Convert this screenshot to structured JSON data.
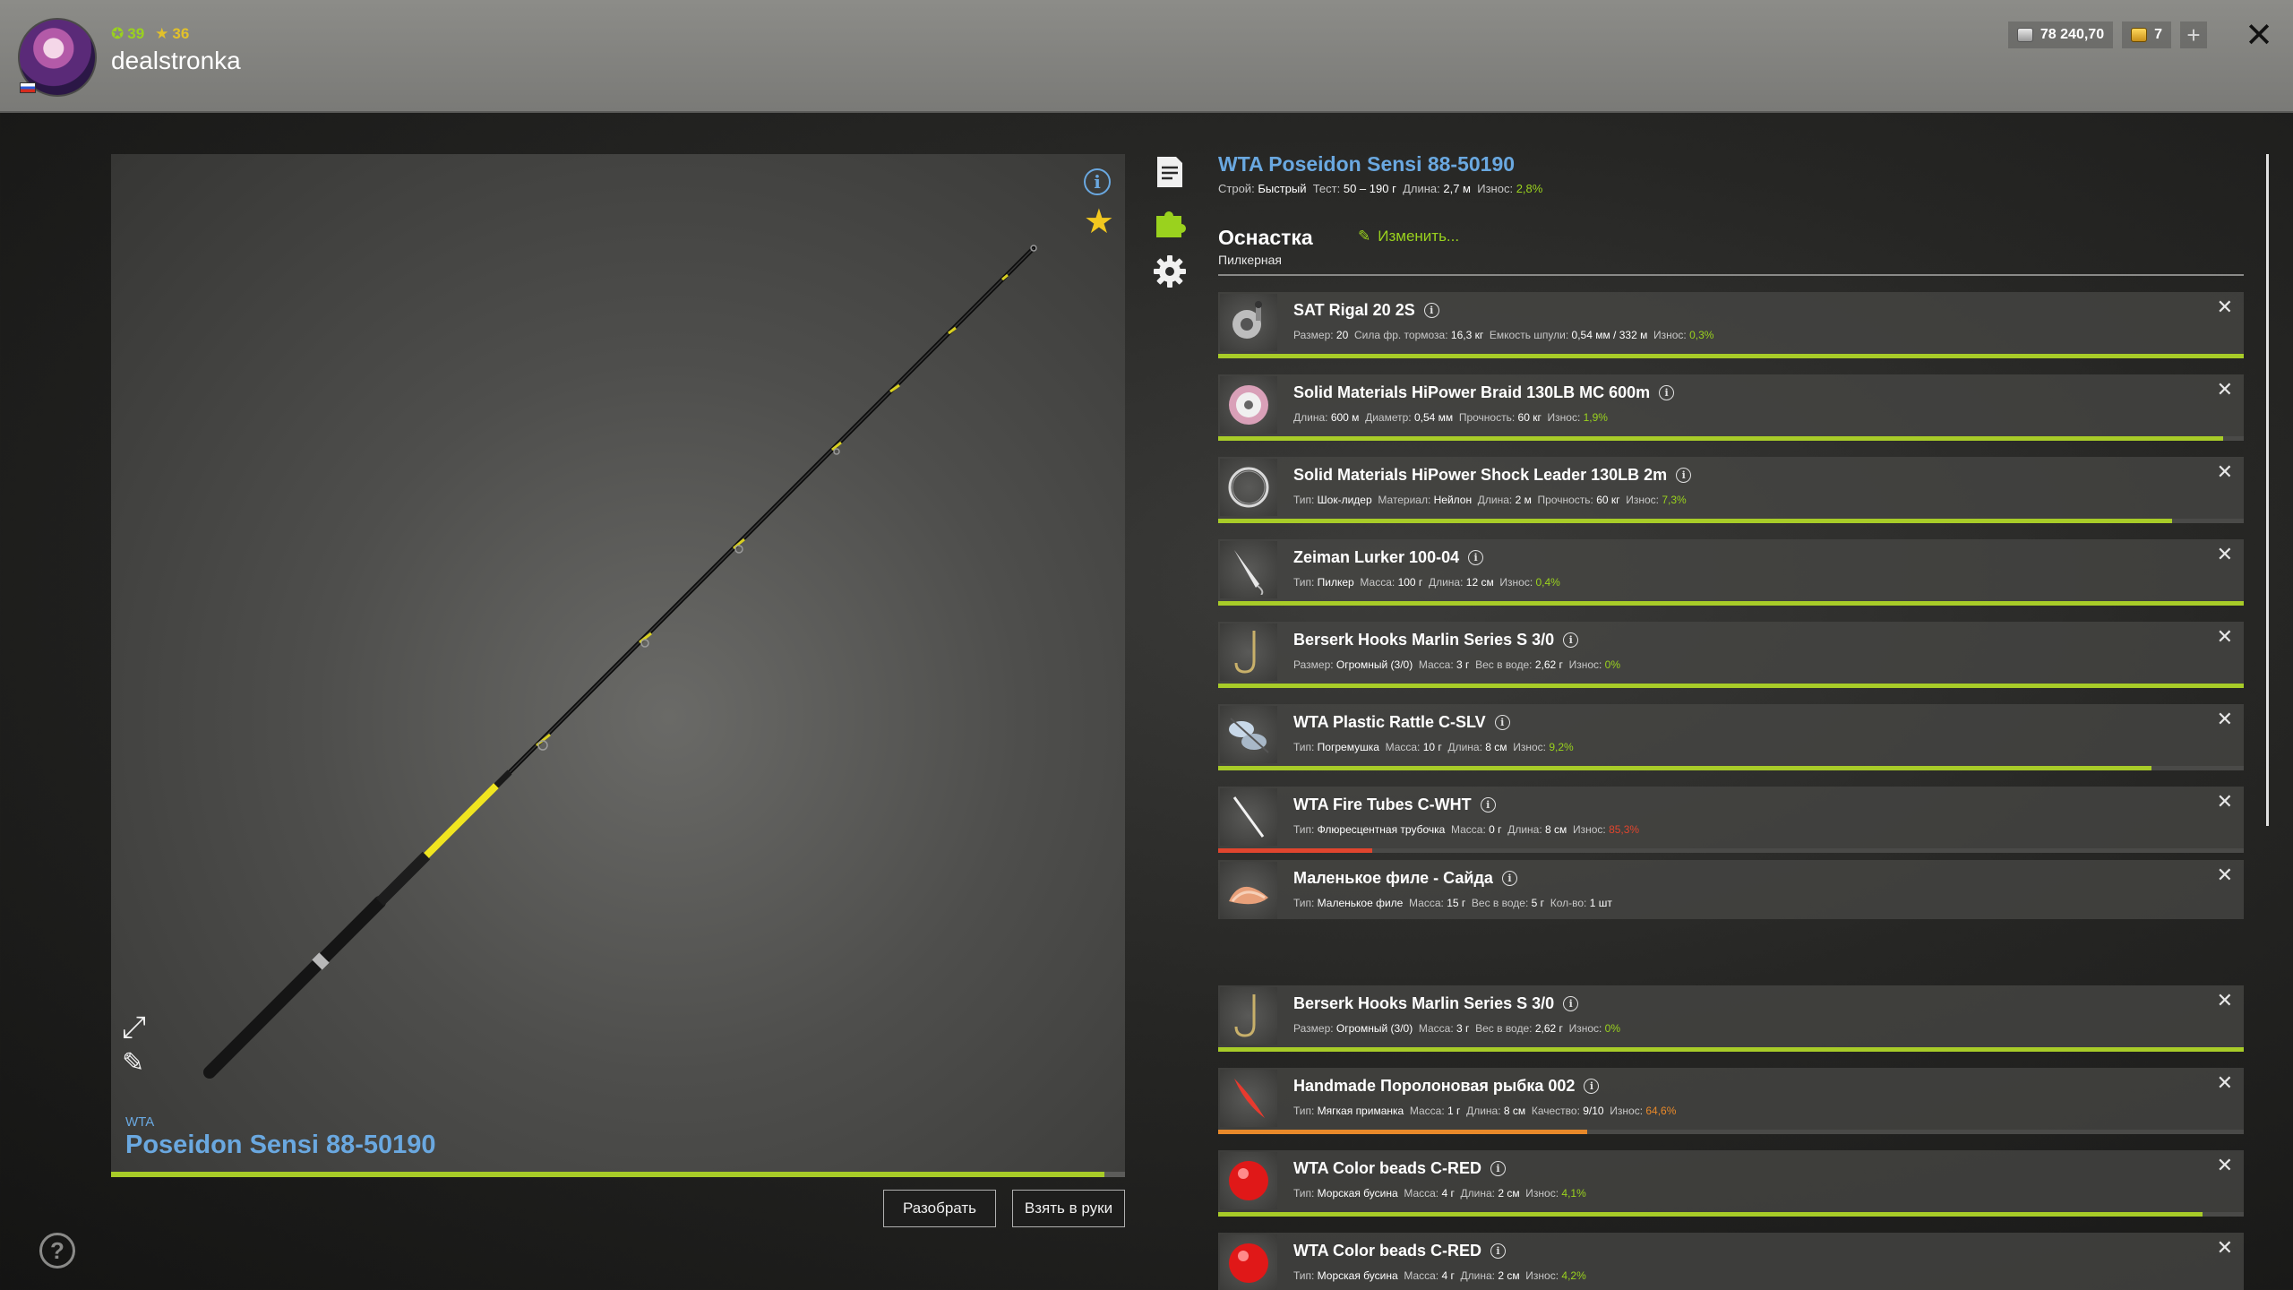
{
  "header": {
    "level": "39",
    "rank": "36",
    "username": "dealstronka",
    "silver": "78 240,70",
    "gold": "7",
    "plus": "+",
    "close": "✕"
  },
  "rod": {
    "brand": "WTA",
    "name": "Poseidon Sensi 88-50190",
    "wear_fraction": 0.98,
    "disassemble": "Разобрать",
    "take_in_hands": "Взять в руки"
  },
  "item": {
    "title": "WTA Poseidon Sensi 88-50190",
    "action_label": "Строй:",
    "action_value": "Быстрый",
    "test_label": "Тест:",
    "test_value": "50 – 190 г",
    "length_label": "Длина:",
    "length_value": "2,7 м",
    "wear_label": "Износ:",
    "wear_value": "2,8%"
  },
  "rig": {
    "title": "Оснастка",
    "subtitle": "Пилкерная",
    "change": "Изменить..."
  },
  "slots": [
    {
      "name": "SAT Rigal 20 2S",
      "meta": [
        [
          "Размер:",
          "20"
        ],
        [
          "Сила фр. тормоза:",
          "16,3 кг"
        ],
        [
          "Емкость шпули:",
          "0,54 мм / 332 м"
        ]
      ],
      "wear_label": "Износ:",
      "wear": "0,3%",
      "wear_color": "#9ad21e",
      "wear_fraction": 1.0
    },
    {
      "name": "Solid Materials HiPower Braid 130LB MC 600m",
      "meta": [
        [
          "Длина:",
          "600 м"
        ],
        [
          "Диаметр:",
          "0,54 мм"
        ],
        [
          "Прочность:",
          "60 кг"
        ]
      ],
      "wear_label": "Износ:",
      "wear": "1,9%",
      "wear_color": "#9ad21e",
      "wear_fraction": 0.98
    },
    {
      "name": "Solid Materials HiPower Shock Leader 130LB 2m",
      "meta": [
        [
          "Тип:",
          "Шок-лидер"
        ],
        [
          "Материал:",
          "Нейлон"
        ],
        [
          "Длина:",
          "2 м"
        ],
        [
          "Прочность:",
          "60 кг"
        ]
      ],
      "wear_label": "Износ:",
      "wear": "7,3%",
      "wear_color": "#9ad21e",
      "wear_fraction": 0.93
    },
    {
      "name": "Zeiman Lurker 100-04",
      "meta": [
        [
          "Тип:",
          "Пилкер"
        ],
        [
          "Масса:",
          "100 г"
        ],
        [
          "Длина:",
          "12 см"
        ]
      ],
      "wear_label": "Износ:",
      "wear": "0,4%",
      "wear_color": "#9ad21e",
      "wear_fraction": 1.0
    },
    {
      "name": "Berserk Hooks Marlin Series S 3/0",
      "meta": [
        [
          "Размер:",
          "Огромный (3/0)"
        ],
        [
          "Масса:",
          "3 г"
        ],
        [
          "Вес в воде:",
          "2,62 г"
        ]
      ],
      "wear_label": "Износ:",
      "wear": "0%",
      "wear_color": "#9ad21e",
      "wear_fraction": 1.0
    },
    {
      "name": "WTA Plastic Rattle C-SLV",
      "meta": [
        [
          "Тип:",
          "Погремушка"
        ],
        [
          "Масса:",
          "10 г"
        ],
        [
          "Длина:",
          "8 см"
        ]
      ],
      "wear_label": "Износ:",
      "wear": "9,2%",
      "wear_color": "#9ad21e",
      "wear_fraction": 0.91
    },
    {
      "name": "WTA Fire Tubes C-WHT",
      "meta": [
        [
          "Тип:",
          "Флюресцентная трубочка"
        ],
        [
          "Масса:",
          "0 г"
        ],
        [
          "Длина:",
          "8 см"
        ]
      ],
      "wear_label": "Износ:",
      "wear": "85,3%",
      "wear_color": "#e0452e",
      "wear_fraction": 0.15
    },
    {
      "name": "Маленькое филе - Сайда",
      "meta": [
        [
          "Тип:",
          "Маленькое филе"
        ],
        [
          "Масса:",
          "15 г"
        ],
        [
          "Вес в воде:",
          "5 г"
        ],
        [
          "Кол-во:",
          "1 шт"
        ]
      ],
      "wear_label": "",
      "wear": "",
      "wear_color": "",
      "wear_fraction": null
    },
    {
      "name": "Berserk Hooks Marlin Series S 3/0",
      "meta": [
        [
          "Размер:",
          "Огромный (3/0)"
        ],
        [
          "Масса:",
          "3 г"
        ],
        [
          "Вес в воде:",
          "2,62 г"
        ]
      ],
      "wear_label": "Износ:",
      "wear": "0%",
      "wear_color": "#9ad21e",
      "wear_fraction": 1.0
    },
    {
      "name": "Handmade Поролоновая рыбка 002",
      "meta": [
        [
          "Тип:",
          "Мягкая приманка"
        ],
        [
          "Масса:",
          "1 г"
        ],
        [
          "Длина:",
          "8 см"
        ],
        [
          "Качество:",
          "9/10"
        ]
      ],
      "wear_label": "Износ:",
      "wear": "64,6%",
      "wear_color": "#e8892a",
      "wear_fraction": 0.36
    },
    {
      "name": "WTA Color beads C-RED",
      "meta": [
        [
          "Тип:",
          "Морская бусина"
        ],
        [
          "Масса:",
          "4 г"
        ],
        [
          "Длина:",
          "2 см"
        ]
      ],
      "wear_label": "Износ:",
      "wear": "4,1%",
      "wear_color": "#9ad21e",
      "wear_fraction": 0.96
    },
    {
      "name": "WTA Color beads C-RED",
      "meta": [
        [
          "Тип:",
          "Морская бусина"
        ],
        [
          "Масса:",
          "4 г"
        ],
        [
          "Длина:",
          "2 см"
        ]
      ],
      "wear_label": "Износ:",
      "wear": "4,2%",
      "wear_color": "#9ad21e",
      "wear_fraction": 0.96
    }
  ],
  "icons": {
    "info": "info-icon",
    "favorite": "star-icon",
    "expand": "expand-icon",
    "edit": "pencil-icon",
    "help": "help-icon",
    "tab_description": "document-icon",
    "tab_rig": "puzzle-icon",
    "tab_settings": "gear-icon"
  },
  "colors": {
    "accent_blue": "#6aa8e0",
    "accent_green": "#9ad21e",
    "wear_red": "#e0452e",
    "wear_orange": "#e8892a"
  }
}
